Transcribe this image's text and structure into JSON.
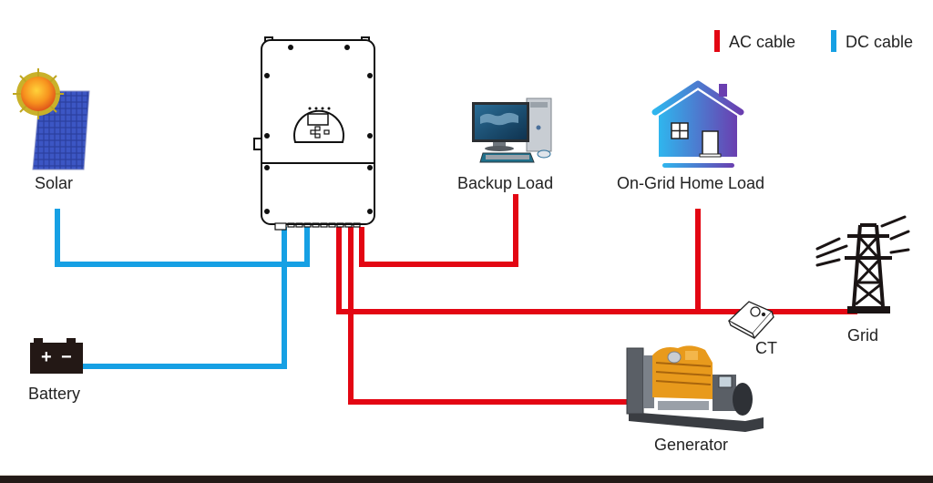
{
  "legend": {
    "ac": {
      "label": "AC cable",
      "color": "#e30613"
    },
    "dc": {
      "label": "DC cable",
      "color": "#16a0e4"
    }
  },
  "components": {
    "solar": {
      "label": "Solar",
      "icon": "solar-panel-icon"
    },
    "battery": {
      "label": "Battery",
      "icon": "battery-icon",
      "plus": "+",
      "minus": "−"
    },
    "inverter": {
      "icon": "hybrid-inverter-icon"
    },
    "backup_load": {
      "label": "Backup Load",
      "icon": "desktop-computer-icon"
    },
    "home_load": {
      "label": "On-Grid Home Load",
      "icon": "house-icon"
    },
    "grid": {
      "label": "Grid",
      "icon": "power-tower-icon"
    },
    "ct": {
      "label": "CT",
      "icon": "current-transformer-icon"
    },
    "generator": {
      "label": "Generator",
      "icon": "diesel-generator-icon"
    }
  },
  "connections": [
    {
      "from": "solar",
      "to": "inverter",
      "type": "dc"
    },
    {
      "from": "battery",
      "to": "inverter",
      "type": "dc"
    },
    {
      "from": "inverter",
      "to": "backup_load",
      "type": "ac"
    },
    {
      "from": "inverter",
      "to": "grid",
      "type": "ac",
      "via": [
        "home_load",
        "ct"
      ]
    },
    {
      "from": "inverter",
      "to": "generator",
      "type": "ac"
    }
  ]
}
